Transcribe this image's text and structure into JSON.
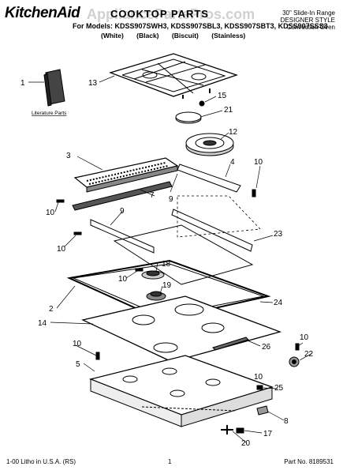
{
  "header": {
    "brand": "KitchenAid",
    "watermark": "AppliancePartsPros.com",
    "parts_title": "COOKTOP PARTS",
    "models_line": "For Models: KDSS907SWH3, KDSS907SBL3, KDSS907SBT3, KDSS907SSS3",
    "finishes": [
      "(White)",
      "(Black)",
      "(Biscuit)",
      "(Stainless)"
    ],
    "range_line1": "30\" Slide-In Range",
    "range_line2": "DESIGNER STYLE",
    "range_line3": "Convection Oven"
  },
  "literature_label": "Literature Parts",
  "callouts": [
    "1",
    "13",
    "15",
    "21",
    "12",
    "3",
    "4",
    "10",
    "9",
    "7",
    "10",
    "9",
    "10",
    "23",
    "18",
    "10",
    "19",
    "2",
    "24",
    "14",
    "26",
    "10",
    "10",
    "5",
    "22",
    "25",
    "8",
    "17",
    "20",
    "10"
  ],
  "footer": {
    "left": "1-00 Litho in U.S.A. (RS)",
    "center": "1",
    "right": "Part No. 8189531"
  }
}
